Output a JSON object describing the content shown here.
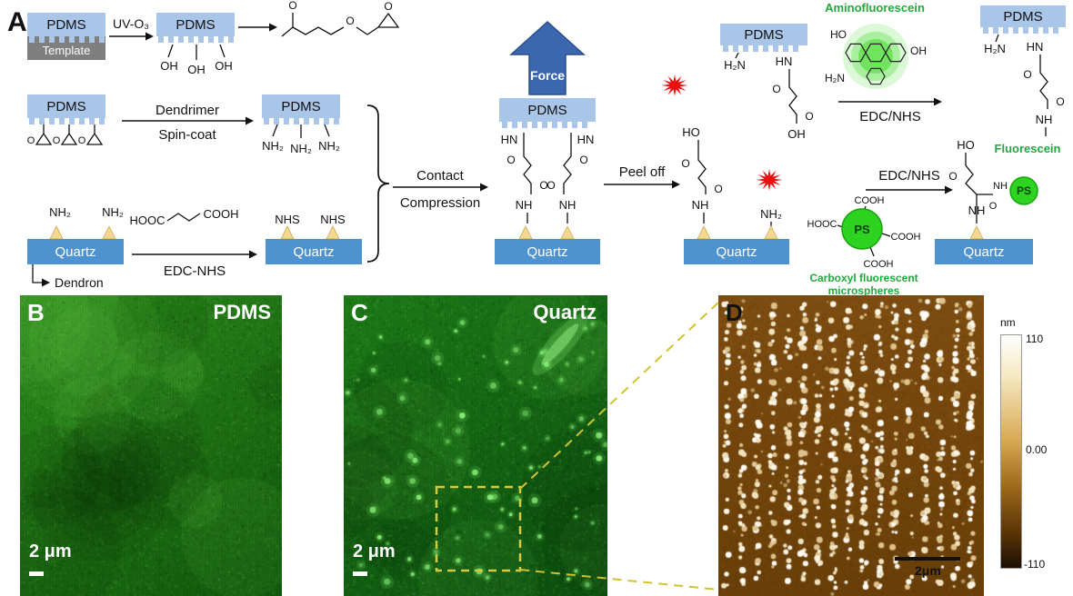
{
  "panel_a": {
    "label": "A",
    "pdms": "PDMS",
    "template": "Template",
    "quartz": "Quartz",
    "force": "Force",
    "steps": {
      "uv_o3": "UV-O₃",
      "dendrimer": "Dendrimer",
      "spin_coat": "Spin-coat",
      "edc_nhs": "EDC-NHS",
      "contact": "Contact",
      "compression": "Compression",
      "peel_off": "Peel off",
      "edc_nhs_slash": "EDC/NHS",
      "dendron": "Dendron"
    },
    "chem": {
      "oh": "OH",
      "o": "O",
      "nh2": "NH₂",
      "h2n": "H₂N",
      "hn": "HN",
      "nh": "NH",
      "nhs": "NHS",
      "hooc": "HOOC",
      "cooh": "COOH",
      "ho": "HO",
      "ps": "PS"
    },
    "green_labels": {
      "aminofluorescein": "Aminofluorescein",
      "fluorescein": "Fluorescein",
      "microspheres1": "Carboxyl fluorescent",
      "microspheres2": "microspheres"
    }
  },
  "panel_b": {
    "label": "B",
    "title": "PDMS",
    "scale": "2 μm"
  },
  "panel_c": {
    "label": "C",
    "title": "Quartz",
    "scale": "2 μm"
  },
  "panel_d": {
    "label": "D",
    "scale": "2μm",
    "colorbar": {
      "unit": "nm",
      "max": "110",
      "mid": "0.00",
      "min": "-110"
    }
  },
  "colors": {
    "pdms_blue": "#a9c5e8",
    "quartz_blue": "#4f93ce",
    "template_gray": "#7f7f7f",
    "force_blue": "#3a67ae",
    "green_label": "#1faa3c",
    "microsphere_green": "#2ed321",
    "dashed_yellow": "#d6c93e",
    "burst_red": "#e81010",
    "afm_brown": "#74450e"
  }
}
